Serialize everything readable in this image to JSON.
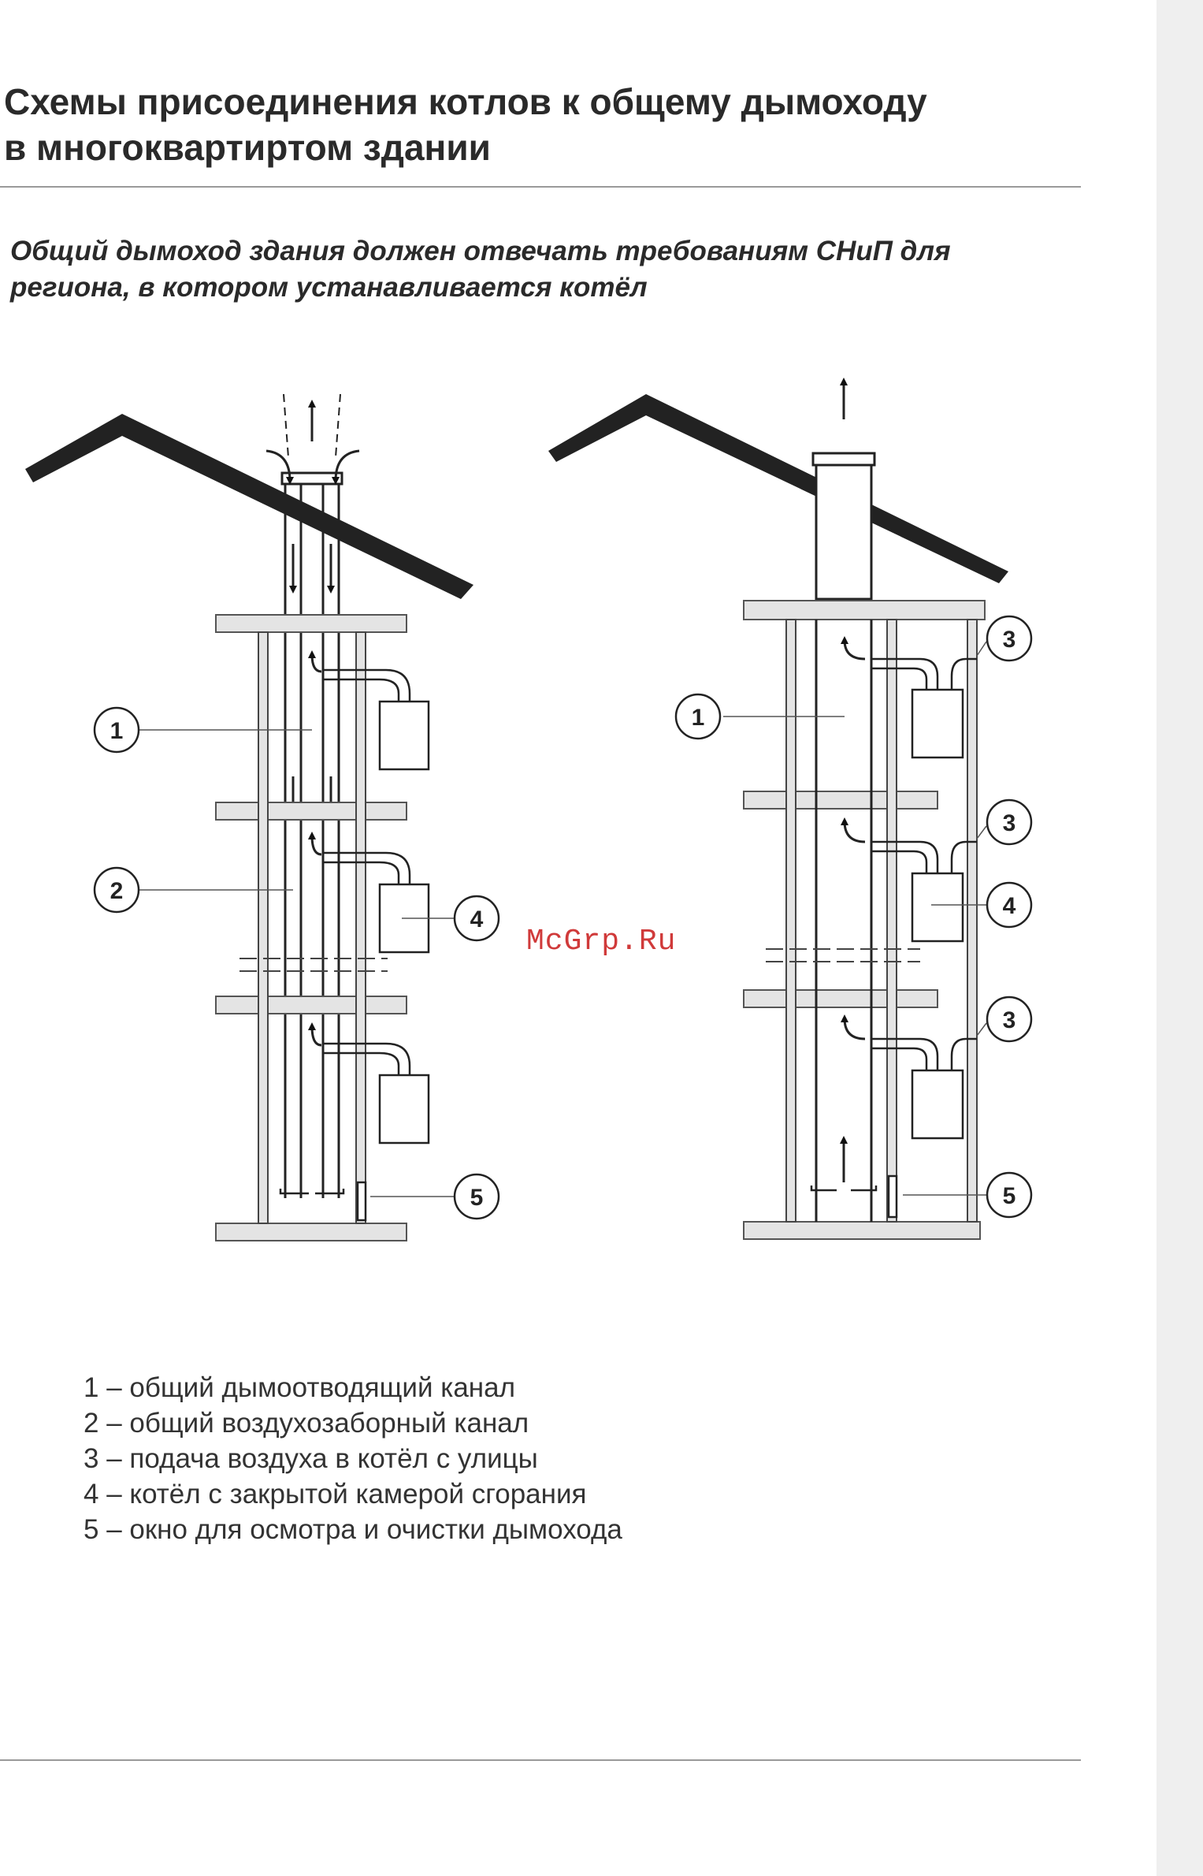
{
  "title_line1": "Схемы присоединения котлов к общему дымоходу",
  "title_line2": "в многоквартиртом здании",
  "subtitle_line1": "Общий дымоход здания должен отвечать требованиям СНиП для",
  "subtitle_line2": "региона, в котором устанавливается котёл",
  "watermark": "McGrp.Ru",
  "callouts": {
    "c1": "1",
    "c2": "2",
    "c3": "3",
    "c4": "4",
    "c5": "5"
  },
  "legend": [
    "1 – общий дымоотводящий канал",
    "2 – общий воздухозаборный канал",
    "3 – подача воздуха в котёл с улицы",
    "4 – котёл с закрытой камерой сгорания",
    "5 – окно для осмотра и очистки дымохода"
  ]
}
